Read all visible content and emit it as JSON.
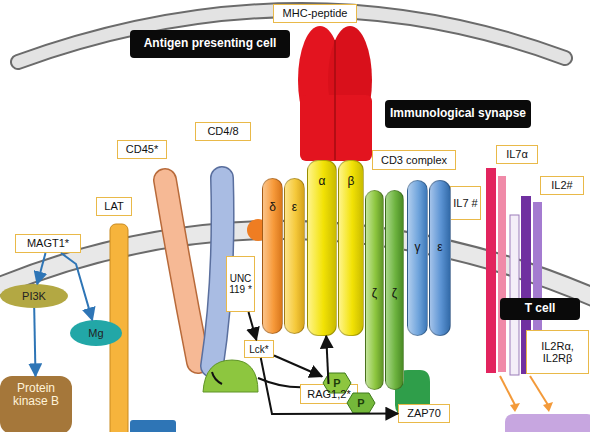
{
  "diagram": {
    "nodes": [
      {
        "text": [
          "Antigen presenting cell"
        ]
      },
      {
        "text": [
          "MHC-peptide"
        ]
      },
      {
        "text": [
          "Immunological synapse"
        ]
      },
      {
        "text": [
          "CD45*"
        ]
      },
      {
        "text": [
          "CD4/8"
        ]
      },
      {
        "text": [
          "CD3 complex"
        ]
      },
      {
        "text": [
          "IL7α"
        ]
      },
      {
        "text": [
          "LAT"
        ]
      },
      {
        "text": [
          "IL2#"
        ]
      },
      {
        "text": [
          "IL7 #"
        ]
      },
      {
        "text": [
          "MAGT1*"
        ]
      },
      {
        "text": [
          "δ"
        ]
      },
      {
        "text": [
          "ε"
        ]
      },
      {
        "text": [
          "α"
        ]
      },
      {
        "text": [
          "β"
        ]
      },
      {
        "text": [
          "ζ"
        ]
      },
      {
        "text": [
          "ζ"
        ]
      },
      {
        "text": [
          "γ"
        ]
      },
      {
        "text": [
          "ε"
        ]
      },
      {
        "text": [
          "UNC 119 *"
        ]
      },
      {
        "text": [
          "T cell"
        ]
      },
      {
        "text": [
          "PI3K"
        ]
      },
      {
        "text": [
          "Mg"
        ]
      },
      {
        "text": [
          "IL2Rα, IL2Rβ"
        ]
      },
      {
        "text": [
          "Lck*"
        ]
      },
      {
        "text": [
          "Protein kinase B"
        ]
      },
      {
        "text": [
          "RAG1,2*"
        ]
      },
      {
        "text": [
          "P"
        ]
      },
      {
        "text": [
          "P"
        ]
      },
      {
        "text": [
          "ZAP70"
        ]
      }
    ],
    "edges": [
      {
        "from": 10,
        "to": 21,
        "arrow": "to"
      },
      {
        "from": 10,
        "to": 22,
        "arrow": "to"
      },
      {
        "from": 21,
        "to": 25,
        "arrow": "to"
      },
      {
        "from": 19,
        "to": 24,
        "arrow": "to"
      },
      {
        "from": 26,
        "to": 13,
        "arrow": "to"
      },
      {
        "from": 24,
        "to": 27,
        "arrow": "to"
      },
      {
        "from": 24,
        "to": 29,
        "arrow": "to"
      }
    ]
  }
}
